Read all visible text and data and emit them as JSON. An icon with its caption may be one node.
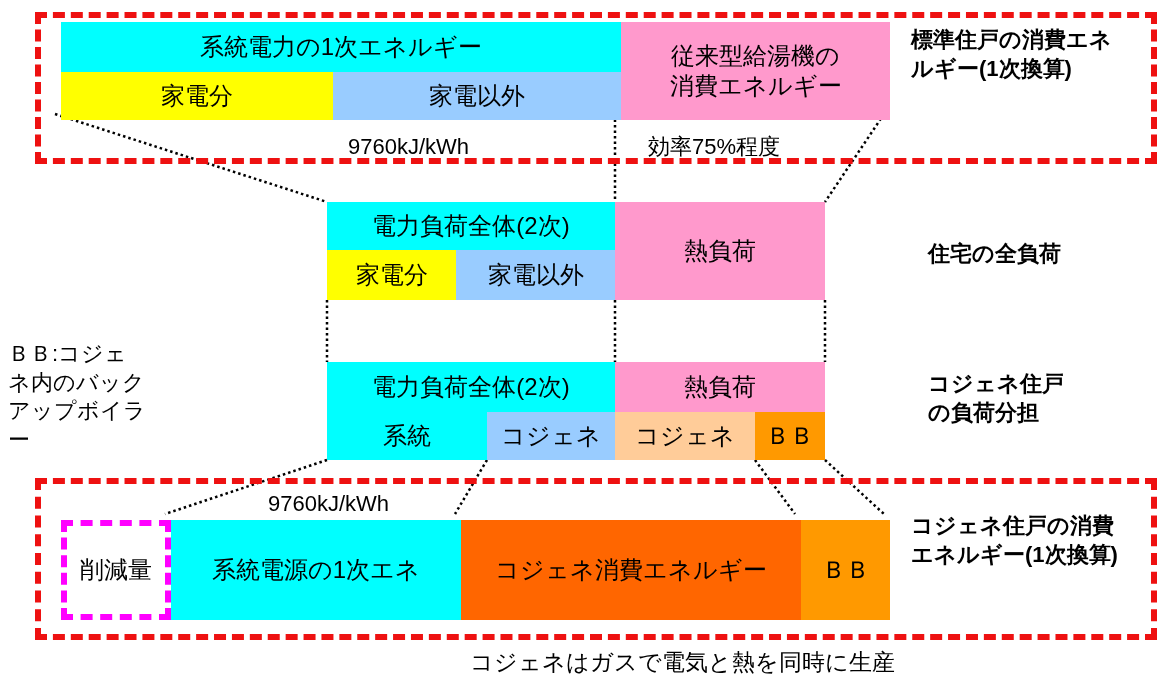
{
  "diagram": {
    "caption": "コジェネはガスで電気と熱を同時に生産",
    "nodes": [
      {
        "text": [
          "標準住戸の消費エネルギー(1次換算)"
        ]
      },
      {
        "text": [
          "系統電力の1次エネルギー"
        ],
        "in": 0
      },
      {
        "text": [
          "家電分"
        ],
        "in": 0
      },
      {
        "text": [
          "家電以外"
        ],
        "in": 0
      },
      {
        "text": [
          "従来型給湯機の消費エネルギー"
        ],
        "in": 0
      },
      {
        "text": [
          "電力負荷全体(2次)"
        ]
      },
      {
        "text": [
          "家電分"
        ]
      },
      {
        "text": [
          "家電以外"
        ]
      },
      {
        "text": [
          "熱負荷"
        ]
      },
      {
        "text": [
          "電力負荷全体(2次)"
        ]
      },
      {
        "text": [
          "系統"
        ]
      },
      {
        "text": [
          "コジェネ"
        ]
      },
      {
        "text": [
          "熱負荷"
        ]
      },
      {
        "text": [
          "コジェネ"
        ]
      },
      {
        "text": [
          "ＢＢ"
        ]
      },
      {
        "text": [
          "コジェネ住戸の消費エネルギー(1次換算)"
        ]
      },
      {
        "text": [
          "削減量"
        ],
        "in": 15
      },
      {
        "text": [
          "系統電源の1次エネ"
        ],
        "in": 15
      },
      {
        "text": [
          "コジェネ消費エネルギー"
        ],
        "in": 15
      },
      {
        "text": [
          "ＢＢ"
        ],
        "in": 15
      }
    ],
    "edges": [
      {
        "from": 2,
        "to": 5,
        "arrow": "none",
        "style": "dashed"
      },
      {
        "from": 4,
        "to": 8,
        "arrow": "none",
        "style": "dashed"
      },
      {
        "from": 4,
        "to": 8,
        "arrow": "none",
        "style": "dashed"
      },
      {
        "from": 6,
        "to": 9,
        "arrow": "none",
        "style": "dashed"
      },
      {
        "from": 8,
        "to": 12,
        "arrow": "none",
        "style": "dashed"
      },
      {
        "from": 8,
        "to": 12,
        "arrow": "none",
        "style": "dashed"
      },
      {
        "from": 10,
        "to": 17,
        "arrow": "none",
        "style": "dashed"
      },
      {
        "from": 11,
        "to": 18,
        "arrow": "none",
        "style": "dashed"
      },
      {
        "from": 14,
        "to": 19,
        "arrow": "none",
        "style": "dashed"
      },
      {
        "from": 14,
        "to": 19,
        "arrow": "none",
        "style": "dashed"
      }
    ],
    "labels": [
      "9760kJ/kWh",
      "効率75%程度",
      "住宅の全負荷",
      "ＢＢ:コジェネ内のバックアップボイラー",
      "コジェネ住戸の負荷分担",
      "9760kJ/kWh"
    ]
  }
}
